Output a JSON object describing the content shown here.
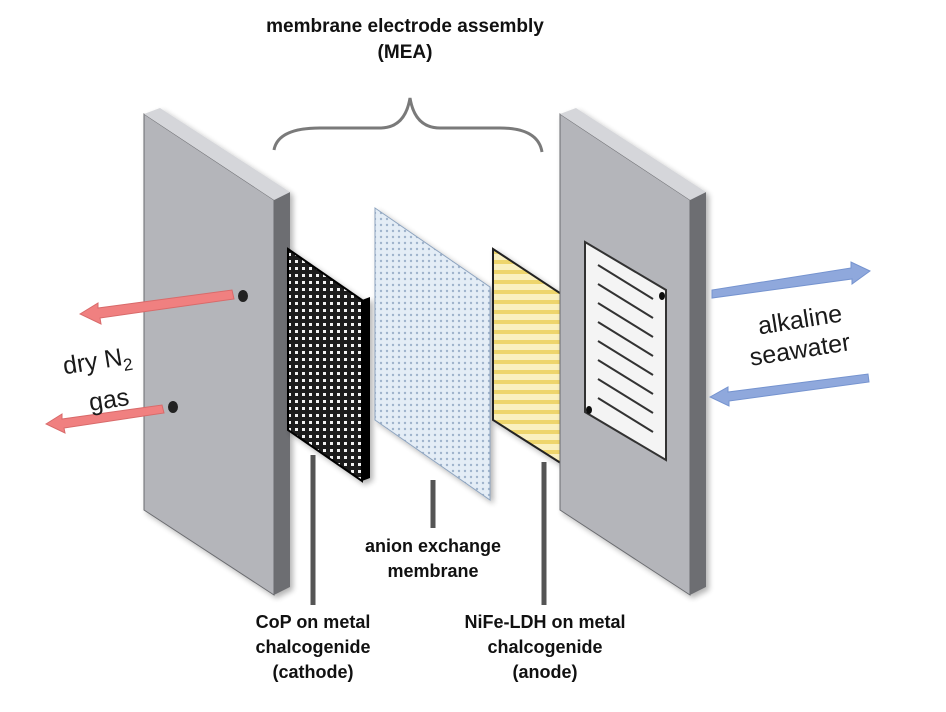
{
  "title": {
    "line1": "membrane electrode assembly",
    "line2": "(MEA)"
  },
  "inlet_left": {
    "line1_main": "dry N",
    "line1_sub": "2",
    "line2": "gas",
    "arrow_color": "#f08080"
  },
  "inlet_right": {
    "line1": "alkaline",
    "line2": "seawater",
    "arrow_color": "#8fa8dc"
  },
  "cathode_label": {
    "line1": "CoP on metal",
    "line2": "chalcogenide",
    "line3": "(cathode)"
  },
  "membrane_label": {
    "line1": "anion exchange",
    "line2": "membrane"
  },
  "anode_label": {
    "line1": "NiFe-LDH on metal",
    "line2": "chalcogenide",
    "line3": "(anode)"
  },
  "colors": {
    "end_plate": "#b4b5ba",
    "cathode": "#1e1e1e",
    "membrane": "#dbe6f1",
    "anode": "#f6e7a1"
  }
}
